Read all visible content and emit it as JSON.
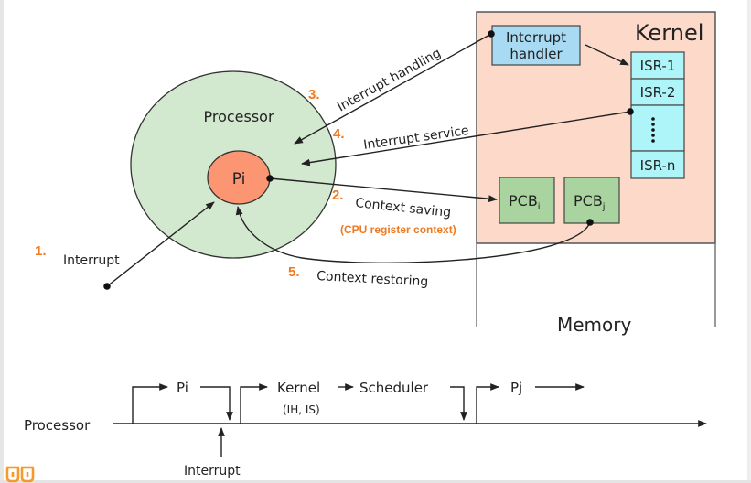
{
  "colors": {
    "kernel_fill": "#fdd9c9",
    "processor_fill": "#d3e9cf",
    "pi_fill": "#fb9572",
    "handler_fill": "#a9daf3",
    "isr_fill": "#aef5f9",
    "pcb_fill": "#a9d4a0",
    "step_number": "#ee7a22",
    "logo": "#f79a2c"
  },
  "memory": {
    "kernel_label": "Kernel",
    "memory_label": "Memory",
    "interrupt_handler": [
      "Interrupt",
      "handler"
    ],
    "isr_items": [
      "ISR-1",
      "ISR-2",
      "⋮",
      "ISR-n"
    ],
    "pcb_i": {
      "base": "PCB",
      "sub": "i"
    },
    "pcb_j": {
      "base": "PCB",
      "sub": "j"
    }
  },
  "processor": {
    "label": "Processor",
    "process_label": "Pi"
  },
  "steps": [
    {
      "number": "1.",
      "label": "Interrupt"
    },
    {
      "number": "2.",
      "label": "Context saving",
      "note": "(CPU register context)"
    },
    {
      "number": "3.",
      "label": "Interrupt handling"
    },
    {
      "number": "4.",
      "label": "Interrupt service"
    },
    {
      "number": "5.",
      "label": "Context restoring"
    }
  ],
  "timeline": {
    "axis_label": "Processor",
    "interrupt_label": "Interrupt",
    "segments": [
      {
        "label": "Pi"
      },
      {
        "label": "Kernel",
        "sub": "(IH, IS)"
      },
      {
        "label": "Scheduler"
      },
      {
        "label": "Pj"
      }
    ]
  }
}
